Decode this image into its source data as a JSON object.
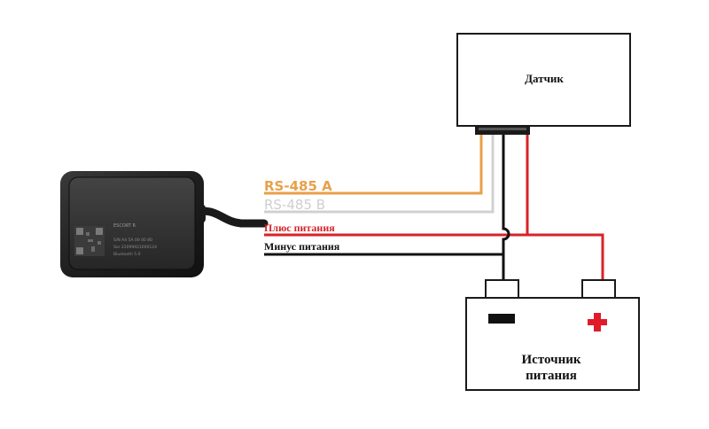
{
  "sensor": {
    "label": "Датчик"
  },
  "tracker": {
    "brand": "ESCORT R",
    "lines": [
      "S/N A4 5A 00 00 80",
      "Ser 22099921000124",
      "Bluetooth 5.0"
    ]
  },
  "wires": [
    {
      "id": "rs485a",
      "label": "RS-485 A",
      "color": "#e8a04a"
    },
    {
      "id": "rs485b",
      "label": "RS-485 B",
      "color": "#d0d0d0"
    },
    {
      "id": "plus",
      "label": "Плюс питания",
      "color": "#d7232a"
    },
    {
      "id": "minus",
      "label": "Минус питания",
      "color": "#111111"
    }
  ],
  "power_source": {
    "line1": "Источник",
    "line2": "питания"
  },
  "colors": {
    "plus_sign": "#e01b2a",
    "minus_sign": "#111111"
  }
}
